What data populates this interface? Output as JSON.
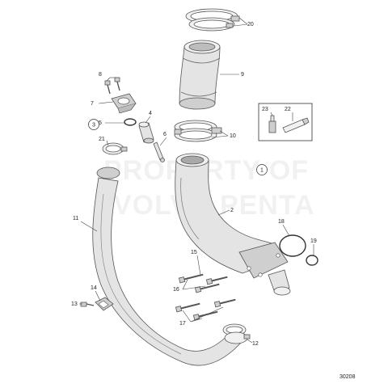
{
  "diagram_id": "30208",
  "watermark": [
    "PROPERTY OF",
    "VOLVO PENTA"
  ],
  "labels": {
    "l1": "1",
    "l2": "2",
    "l3": "3",
    "l4": "4",
    "l5": "5",
    "l6": "6",
    "l7": "7",
    "l8": "8",
    "l9": "9",
    "l10": "10",
    "l11": "11",
    "l12": "12",
    "l13": "13",
    "l14": "14",
    "l15": "15",
    "l16": "16",
    "l17": "17",
    "l18": "18",
    "l19": "19",
    "l20": "20",
    "l21": "21",
    "l22": "22",
    "l23": "23"
  },
  "colors": {
    "part_fill": "#e4e4e4",
    "outline": "#555555",
    "text": "#222222",
    "background": "#ffffff"
  }
}
